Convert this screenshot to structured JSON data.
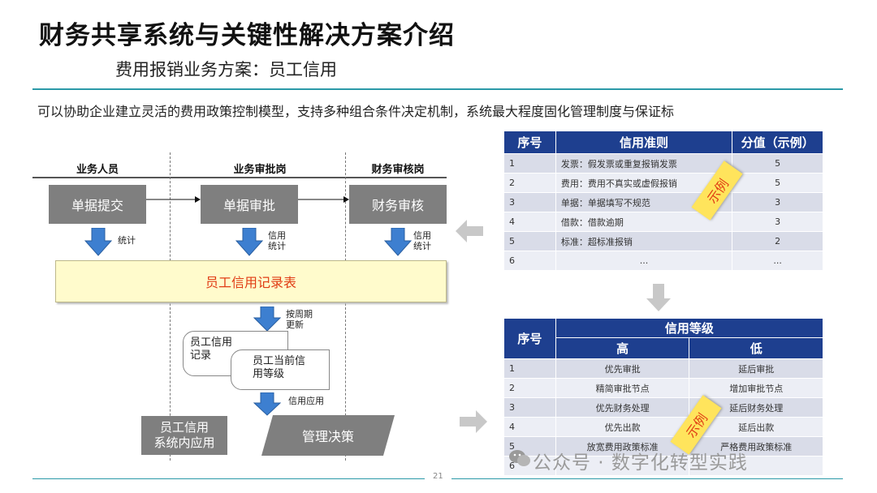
{
  "title": "财务共享系统与关键性解决方案介绍",
  "subtitle": "费用报销业务方案：员工信用",
  "description": "可以协助企业建立灵活的费用政策控制模型，支持多种组合条件决定机制，系统最大程度固化管理制度与保证标",
  "lanes": [
    "业务人员",
    "业务审批岗",
    "财务审核岗"
  ],
  "flow": {
    "submit": "单据提交",
    "approve": "单据审批",
    "review": "财务审核",
    "label_stat": "统计",
    "label_credit_stat_1": "信用",
    "label_credit_stat_2": "统计",
    "record_table": "员工信用记录表",
    "update_1": "按周期",
    "update_2": "更新",
    "doc1_1": "员工信用",
    "doc1_2": "记录",
    "doc2_1": "员工当前信",
    "doc2_2": "用等级",
    "apply": "信用应用",
    "internal_1": "员工信用",
    "internal_2": "系统内应用",
    "decision": "管理决策"
  },
  "rules_table": {
    "headers": [
      "序号",
      "信用准则",
      "分值（示例）"
    ],
    "rows": [
      [
        "1",
        "发票：假发票或重复报销发票",
        "5"
      ],
      [
        "2",
        "费用：费用不真实或虚假报销",
        "5"
      ],
      [
        "3",
        "单据：单据填写不规范",
        "3"
      ],
      [
        "4",
        "借款：借款逾期",
        "3"
      ],
      [
        "5",
        "标准：超标准报销",
        "2"
      ],
      [
        "6",
        "...",
        "..."
      ]
    ],
    "stamp": "示例"
  },
  "level_table": {
    "header_no": "序号",
    "header_group": "信用等级",
    "header_high": "高",
    "header_low": "低",
    "rows": [
      [
        "1",
        "优先审批",
        "延后审批"
      ],
      [
        "2",
        "精简审批节点",
        "增加审批节点"
      ],
      [
        "3",
        "优先财务处理",
        "延后财务处理"
      ],
      [
        "4",
        "优先出款",
        "延后出款"
      ],
      [
        "5",
        "放宽费用政策标准",
        "严格费用政策标准"
      ],
      [
        "6",
        "",
        ""
      ]
    ],
    "stamp": "示例"
  },
  "watermark": "公众号 · 数字化转型实践",
  "page_number": "21",
  "colors": {
    "accent": "#2b9aa8",
    "table_header": "#1e3f8f",
    "arrow_blue": "#3d7fd0",
    "stamp_yellow": "#ffe45c",
    "red_text": "#e03c14"
  }
}
